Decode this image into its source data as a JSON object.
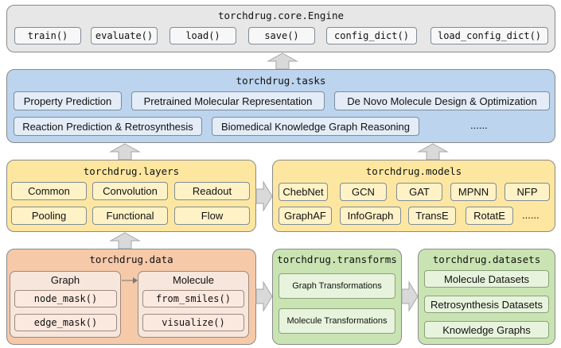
{
  "engine": {
    "title": "torchdrug.core.Engine",
    "methods": [
      "train()",
      "evaluate()",
      "load()",
      "save()",
      "config_dict()",
      "load_config_dict()"
    ]
  },
  "tasks": {
    "title": "torchdrug.tasks",
    "row1": [
      "Property Prediction",
      "Pretrained Molecular Representation",
      "De Novo Molecule Design & Optimization"
    ],
    "row2": [
      "Reaction Prediction & Retrosynthesis",
      "Biomedical Knowledge Graph Reasoning"
    ],
    "more": "......"
  },
  "layers": {
    "title": "torchdrug.layers",
    "items": [
      "Common",
      "Convolution",
      "Readout",
      "Pooling",
      "Functional",
      "Flow"
    ]
  },
  "models": {
    "title": "torchdrug.models",
    "row1": [
      "ChebNet",
      "GCN",
      "GAT",
      "MPNN",
      "NFP"
    ],
    "row2": [
      "GraphAF",
      "InfoGraph",
      "TransE",
      "RotatE"
    ],
    "more": "......"
  },
  "data": {
    "title": "torchdrug.data",
    "graph": {
      "title": "Graph",
      "methods": [
        "node_mask()",
        "edge_mask()"
      ]
    },
    "molecule": {
      "title": "Molecule",
      "methods": [
        "from_smiles()",
        "visualize()"
      ]
    }
  },
  "transforms": {
    "title": "torchdrug.transforms",
    "items": [
      "Graph Transformations",
      "Molecule Transformations"
    ]
  },
  "datasets": {
    "title": "torchdrug.datasets",
    "items": [
      "Molecule Datasets",
      "Retrosynthesis Datasets",
      "Knowledge Graphs"
    ]
  },
  "colors": {
    "engine_bg": "#e7e7e7",
    "engine_chip": "#f7f7f7",
    "tasks_bg": "#bcd4ee",
    "tasks_chip": "#e3ecf7",
    "yellow_bg": "#fde7a0",
    "yellow_chip": "#fff2c7",
    "data_bg": "#f6c9a9",
    "data_chip": "#fbe9df",
    "green_bg": "#c9e4b2",
    "green_chip": "#e7f3dc",
    "arrow": "#d9d9d9",
    "arrow_stroke": "#a6a6a6"
  }
}
